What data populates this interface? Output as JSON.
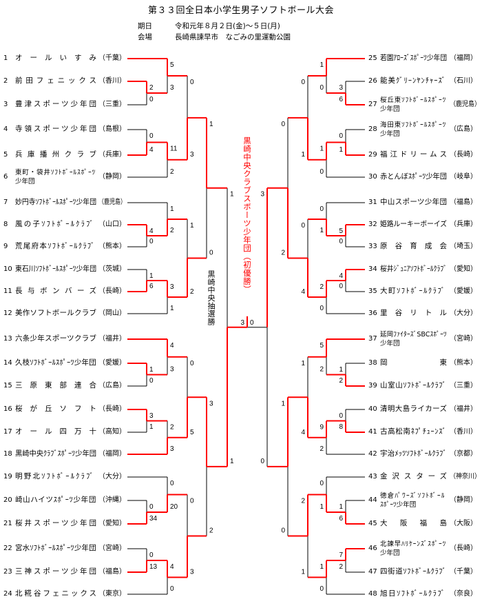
{
  "header": {
    "title": "第３３回全日本小学生男子ソフトボール大会",
    "date_label": "期日",
    "date": "令和元年８月２日(金)～５日(月)",
    "venue_label": "会場",
    "venue": "長崎県諫早市　なごみの里運動公園"
  },
  "champion": "黒崎中央クラブスポーツ少年団（初優勝）",
  "colors": {
    "win": "#ff0000",
    "line": "#000000"
  },
  "teams": [
    {
      "no": "1",
      "name": [
        "オールいすみ"
      ],
      "pref": "（千葉）"
    },
    {
      "no": "2",
      "name": [
        "前田フェニックス"
      ],
      "pref": "（香川）"
    },
    {
      "no": "3",
      "name": [
        "豊津スポーツ少年団"
      ],
      "pref": "（三重）"
    },
    {
      "no": "4",
      "name": [
        "寺領スポーツ少年団"
      ],
      "pref": "（島根）"
    },
    {
      "no": "5",
      "name": [
        "兵庫播州クラブ"
      ],
      "pref": "（兵庫）"
    },
    {
      "no": "6",
      "name": [
        "東町・袋井ｿﾌﾄﾎﾞｰﾙｽﾎﾟｰﾂ",
        "少年団"
      ],
      "pref": "（静岡）"
    },
    {
      "no": "7",
      "name": [
        "妙円寺ｿﾌﾄﾎﾞｰﾙｽﾎﾟｰﾂ少年団"
      ],
      "pref": "（鹿児島）"
    },
    {
      "no": "8",
      "name": [
        "風の子ｿﾌﾄﾎﾞｰﾙｸﾗﾌﾞ"
      ],
      "pref": "（山口）"
    },
    {
      "no": "9",
      "name": [
        "荒尾府本ｿﾌﾄﾎﾞｰﾙｸﾗﾌﾞ"
      ],
      "pref": "（熊本）"
    },
    {
      "no": "10",
      "name": [
        "東石川ｿﾌﾄﾎﾞｰﾙｽﾎﾟｰﾂ少年団"
      ],
      "pref": "（茨城）"
    },
    {
      "no": "11",
      "name": [
        "長与ボンバーズ"
      ],
      "pref": "（長崎）"
    },
    {
      "no": "12",
      "name": [
        "美作ソフトボールクラブ"
      ],
      "pref": "（岡山）"
    },
    {
      "no": "13",
      "name": [
        "六条少年スポーツクラブ"
      ],
      "pref": "（福井）"
    },
    {
      "no": "14",
      "name": [
        "久枝ｿﾌﾄﾎﾞｰﾙｽﾎﾟｰﾂ少年団"
      ],
      "pref": "（愛媛）"
    },
    {
      "no": "15",
      "name": [
        "三原東部連合"
      ],
      "pref": "（広島）"
    },
    {
      "no": "16",
      "name": [
        "桜が丘ソフト"
      ],
      "pref": "（長崎）"
    },
    {
      "no": "17",
      "name": [
        "オール四万十"
      ],
      "pref": "（高知）"
    },
    {
      "no": "18",
      "name": [
        "黒崎中央ｸﾗﾌﾞｽﾎﾟｰﾂ少年団"
      ],
      "pref": "（福岡）"
    },
    {
      "no": "19",
      "name": [
        "明野北ｿﾌﾄﾎﾞｰﾙｸﾗﾌﾞ"
      ],
      "pref": "（大分）"
    },
    {
      "no": "20",
      "name": [
        "崎山ハイツｽﾎﾟｰﾂ少年団"
      ],
      "pref": "（沖縄）"
    },
    {
      "no": "21",
      "name": [
        "桜井スポーツ少年団"
      ],
      "pref": "（愛知）"
    },
    {
      "no": "22",
      "name": [
        "宮水ｿﾌﾄﾎﾞｰﾙｽﾎﾟｰﾂ少年団"
      ],
      "pref": "（宮崎）"
    },
    {
      "no": "23",
      "name": [
        "三神スポーツ少年団"
      ],
      "pref": "（福島）"
    },
    {
      "no": "24",
      "name": [
        "北糀谷フェニックス"
      ],
      "pref": "（東京）"
    },
    {
      "no": "25",
      "name": [
        "若園ｱﾛｰｽﾞｽﾎﾟｰﾂ少年団"
      ],
      "pref": "（福岡）"
    },
    {
      "no": "26",
      "name": [
        "能美ｸﾞﾘｰﾝﾔﾝﾁｬｰｽﾞ"
      ],
      "pref": "（石川）"
    },
    {
      "no": "27",
      "name": [
        "桜丘東ｿﾌﾄﾎﾞｰﾙｽﾎﾟｰﾂ",
        "少年団"
      ],
      "pref": "（鹿児島）"
    },
    {
      "no": "28",
      "name": [
        "海田東ｿﾌﾄﾎﾞｰﾙｽﾎﾟｰﾂ",
        "少年団"
      ],
      "pref": "（広島）"
    },
    {
      "no": "29",
      "name": [
        "福江ドリームス"
      ],
      "pref": "（長崎）"
    },
    {
      "no": "30",
      "name": [
        "赤とんぼｽﾎﾟｰﾂ少年団"
      ],
      "pref": "（岐阜）"
    },
    {
      "no": "31",
      "name": [
        "中山スポーツ少年団"
      ],
      "pref": "（福島）"
    },
    {
      "no": "32",
      "name": [
        "姫路ルーキーボーイズ"
      ],
      "pref": "（兵庫）"
    },
    {
      "no": "33",
      "name": [
        "原谷育成会"
      ],
      "pref": "（埼玉）"
    },
    {
      "no": "34",
      "name": [
        "桜井ｼﾞｭﾆｱｿﾌﾄﾎﾞｰﾙｸﾗﾌﾞ"
      ],
      "pref": "（愛知）"
    },
    {
      "no": "35",
      "name": [
        "大町ｿﾌﾄﾎﾞｰﾙｸﾗﾌﾞ"
      ],
      "pref": "（愛媛）"
    },
    {
      "no": "36",
      "name": [
        "里谷リトル"
      ],
      "pref": "（大分）"
    },
    {
      "no": "37",
      "name": [
        "延岡ﾌｧｲﾀｰｽﾞSBCｽﾎﾟｰﾂ",
        "少年団"
      ],
      "pref": "（宮崎）"
    },
    {
      "no": "38",
      "name": [
        "岡東"
      ],
      "pref": "（熊本）"
    },
    {
      "no": "39",
      "name": [
        "山室山ｿﾌﾄﾎﾞｰﾙｸﾗﾌﾞ"
      ],
      "pref": "（三重）"
    },
    {
      "no": "40",
      "name": [
        "清明大島ライカーズ"
      ],
      "pref": "（福井）"
    },
    {
      "no": "41",
      "name": [
        "古高松南ﾈﾌﾟﾁｭｰﾝｽﾞ"
      ],
      "pref": "（香川）"
    },
    {
      "no": "42",
      "name": [
        "宇治ﾒｯﾂｿﾌﾄﾎﾞｰﾙｸﾗﾌﾞ"
      ],
      "pref": "（京都）"
    },
    {
      "no": "43",
      "name": [
        "金沢スターズ"
      ],
      "pref": "（神奈川）"
    },
    {
      "no": "44",
      "name": [
        "徳倉ﾊﾟﾜｰｽﾞｿﾌﾄﾎﾞｰﾙ",
        "ｽﾎﾟｰﾂ少年団"
      ],
      "pref": "（静岡）"
    },
    {
      "no": "45",
      "name": [
        "大阪福島"
      ],
      "pref": "（大阪）"
    },
    {
      "no": "46",
      "name": [
        "北諫早ﾊﾘｹｰﾝｽﾞｽﾎﾟｰﾂ",
        "少年団"
      ],
      "pref": "（長崎）"
    },
    {
      "no": "47",
      "name": [
        "四街道ｿﾌﾄﾎﾞｰﾙｸﾗﾌﾞ"
      ],
      "pref": "（千葉）"
    },
    {
      "no": "48",
      "name": [
        "旭日ｿﾌﾄﾎﾞｰﾙｸﾗﾌﾞ"
      ],
      "pref": "（奈良）"
    }
  ],
  "bracket": {
    "left": {
      "scores": [
        1,
        1
      ],
      "winner": "bottom",
      "note": "黒崎中央抽選勝",
      "top": {
        "scores": [
          1,
          0
        ],
        "top": {
          "scores": [
            0,
            3
          ],
          "top": {
            "scores": [
              5,
              3
            ],
            "top": {
              "team": 1
            },
            "bottom": {
              "scores": [
                2,
                0
              ],
              "top": {
                "team": 2
              },
              "bottom": {
                "team": 3
              }
            }
          },
          "bottom": {
            "scores": [
              11,
              2
            ],
            "top": {
              "scores": [
                0,
                4
              ],
              "top": {
                "team": 4
              },
              "bottom": {
                "team": 5
              }
            },
            "bottom": {
              "team": 6
            }
          }
        },
        "bottom": {
          "scores": [
            1,
            2
          ],
          "top": {
            "scores": [
              1,
              2
            ],
            "top": {
              "team": 7
            },
            "bottom": {
              "scores": [
                4,
                0
              ],
              "top": {
                "team": 8
              },
              "bottom": {
                "team": 9
              }
            }
          },
          "bottom": {
            "scores": [
              3,
              1
            ],
            "top": {
              "scores": [
                1,
                6
              ],
              "top": {
                "team": 10
              },
              "bottom": {
                "team": 11
              }
            },
            "bottom": {
              "team": 12
            }
          }
        }
      },
      "bottom": {
        "scores": [
          3,
          2
        ],
        "top": {
          "scores": [
            0,
            5
          ],
          "top": {
            "scores": [
              4,
              3
            ],
            "top": {
              "team": 13
            },
            "bottom": {
              "scores": [
                1,
                0
              ],
              "top": {
                "team": 14
              },
              "bottom": {
                "team": 15
              }
            }
          },
          "bottom": {
            "scores": [
              2,
              3
            ],
            "top": {
              "scores": [
                3,
                1
              ],
              "top": {
                "team": 16
              },
              "bottom": {
                "team": 17
              }
            },
            "bottom": {
              "team": 18
            }
          }
        },
        "bottom": {
          "scores": [
            0,
            3
          ],
          "top": {
            "scores": [
              0,
              20
            ],
            "top": {
              "team": 19
            },
            "bottom": {
              "scores": [
                0,
                34
              ],
              "top": {
                "team": 20
              },
              "bottom": {
                "team": 21
              }
            }
          },
          "bottom": {
            "scores": [
              4,
              0
            ],
            "top": {
              "scores": [
                0,
                13
              ],
              "top": {
                "team": 22
              },
              "bottom": {
                "team": 23
              }
            },
            "bottom": {
              "team": 24
            }
          }
        }
      }
    },
    "right": {
      "scores": [
        3,
        0
      ],
      "top": {
        "scores": [
          0,
          2
        ],
        "top": {
          "scores": [
            0,
            1
          ],
          "top": {
            "scores": [
              1,
              0
            ],
            "top": {
              "team": 25
            },
            "bottom": {
              "scores": [
                3,
                6
              ],
              "top": {
                "team": 26
              },
              "bottom": {
                "team": 27
              }
            }
          },
          "bottom": {
            "scores": [
              1,
              0
            ],
            "top": {
              "scores": [
                0,
                1
              ],
              "top": {
                "team": 28
              },
              "bottom": {
                "team": 29
              }
            },
            "bottom": {
              "team": 30
            }
          }
        },
        "bottom": {
          "scores": [
            0,
            4
          ],
          "top": {
            "scores": [
              0,
              1
            ],
            "top": {
              "team": 31
            },
            "bottom": {
              "scores": [
                5,
                0
              ],
              "top": {
                "team": 32
              },
              "bottom": {
                "team": 33
              }
            }
          },
          "bottom": {
            "scores": [
              2,
              0
            ],
            "top": {
              "scores": [
                4,
                0
              ],
              "top": {
                "team": 34
              },
              "bottom": {
                "team": 35
              }
            },
            "bottom": {
              "team": 36
            }
          }
        }
      },
      "bottom": {
        "scores": [
          1,
          0
        ],
        "top": {
          "scores": [
            1,
            4
          ],
          "top": {
            "scores": [
              5,
              2
            ],
            "top": {
              "team": 37
            },
            "bottom": {
              "scores": [
                1,
                2
              ],
              "top": {
                "team": 38
              },
              "bottom": {
                "team": 39
              }
            }
          },
          "bottom": {
            "scores": [
              9,
              2
            ],
            "top": {
              "scores": [
                0,
                8
              ],
              "top": {
                "team": 40
              },
              "bottom": {
                "team": 41
              }
            },
            "bottom": {
              "team": 42
            }
          }
        },
        "bottom": {
          "scores": [
            2,
            1
          ],
          "top": {
            "scores": [
              0,
              1
            ],
            "top": {
              "team": 43
            },
            "bottom": {
              "scores": [
                1,
                6
              ],
              "top": {
                "team": 44
              },
              "bottom": {
                "team": 45
              }
            }
          },
          "bottom": {
            "scores": [
              1,
              0
            ],
            "top": {
              "scores": [
                7,
                2
              ],
              "top": {
                "team": 46
              },
              "bottom": {
                "team": 47
              }
            },
            "bottom": {
              "team": 48
            }
          }
        }
      }
    },
    "final": {
      "scores": [
        3,
        0
      ]
    }
  }
}
